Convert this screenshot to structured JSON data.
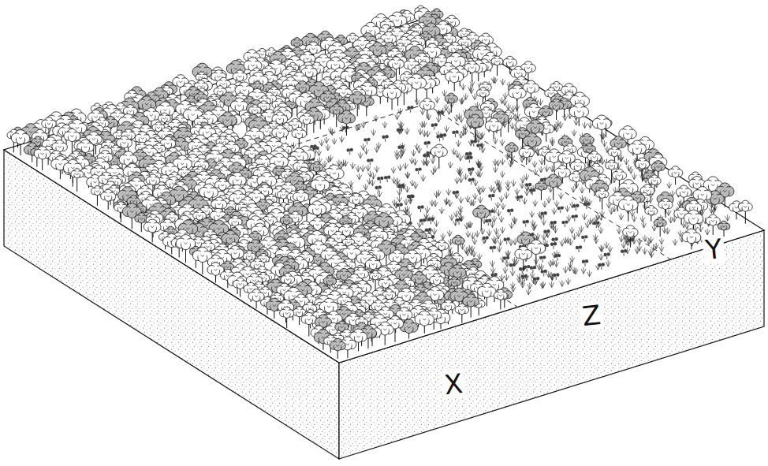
{
  "diagram": {
    "labels": [
      "X",
      "Z",
      "Y"
    ]
  }
}
